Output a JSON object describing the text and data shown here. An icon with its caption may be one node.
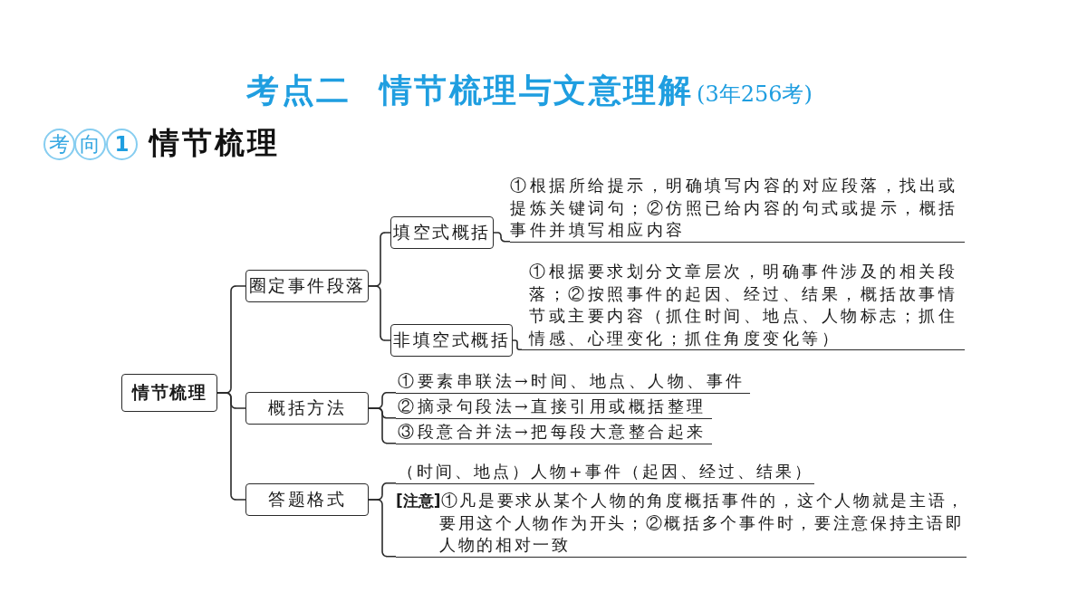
{
  "diagram": {
    "title": "考点二 情节梳理与文意理解",
    "nodes": [
      {
        "text": [
          "情节梳理"
        ]
      },
      {
        "text": [
          "圈定事件段落"
        ]
      },
      {
        "text": [
          "概括方法"
        ]
      },
      {
        "text": [
          "答题格式"
        ]
      },
      {
        "text": [
          "填空式概括"
        ]
      },
      {
        "text": [
          "非填空式概括"
        ]
      },
      {
        "text": [
          "①根据所给提示，明确填写内容的对应段落，找出或提炼关键词句；②仿照已给内容的句式或提示，概括事件并填写相应内容"
        ]
      },
      {
        "text": [
          "①根据要求划分文章层次，明确事件涉及的相关段落；②按照事件的起因、经过、结果，概括故事情节或主要内容（抓住时间、地点、人物标志；抓住情感、心理变化；抓住角度变化等）"
        ]
      },
      {
        "text": [
          "①要素串联法→时间、地点、人物、事件"
        ]
      },
      {
        "text": [
          "②摘录句段法→直接引用或概括整理"
        ]
      },
      {
        "text": [
          "③段意合并法→把每段大意整合起来"
        ]
      },
      {
        "text": [
          "（时间、地点）人物+事件（起因、经过、结果）"
        ]
      },
      {
        "text": [
          "**[注意]**①凡是要求从某个人物的角度概括事件的，这个人物就是主语，要用这个人物作为开头；②概括多个事件时，要注意保持主语即人物的相对一致"
        ]
      }
    ],
    "edges": [
      {
        "from": 0,
        "to": 1,
        "arrow": "none"
      },
      {
        "from": 0,
        "to": 2,
        "arrow": "none"
      },
      {
        "from": 0,
        "to": 3,
        "arrow": "none"
      },
      {
        "from": 1,
        "to": 4,
        "arrow": "none"
      },
      {
        "from": 1,
        "to": 5,
        "arrow": "none"
      },
      {
        "from": 4,
        "to": 6,
        "arrow": "none"
      },
      {
        "from": 5,
        "to": 7,
        "arrow": "none"
      },
      {
        "from": 2,
        "to": 8,
        "arrow": "none"
      },
      {
        "from": 2,
        "to": 9,
        "arrow": "none"
      },
      {
        "from": 2,
        "to": 10,
        "arrow": "none"
      },
      {
        "from": 3,
        "to": 11,
        "arrow": "none"
      },
      {
        "from": 3,
        "to": 12,
        "arrow": "none"
      }
    ],
    "labels": [
      "(3年256考)",
      "考",
      "向",
      "1",
      "情节梳理"
    ]
  }
}
